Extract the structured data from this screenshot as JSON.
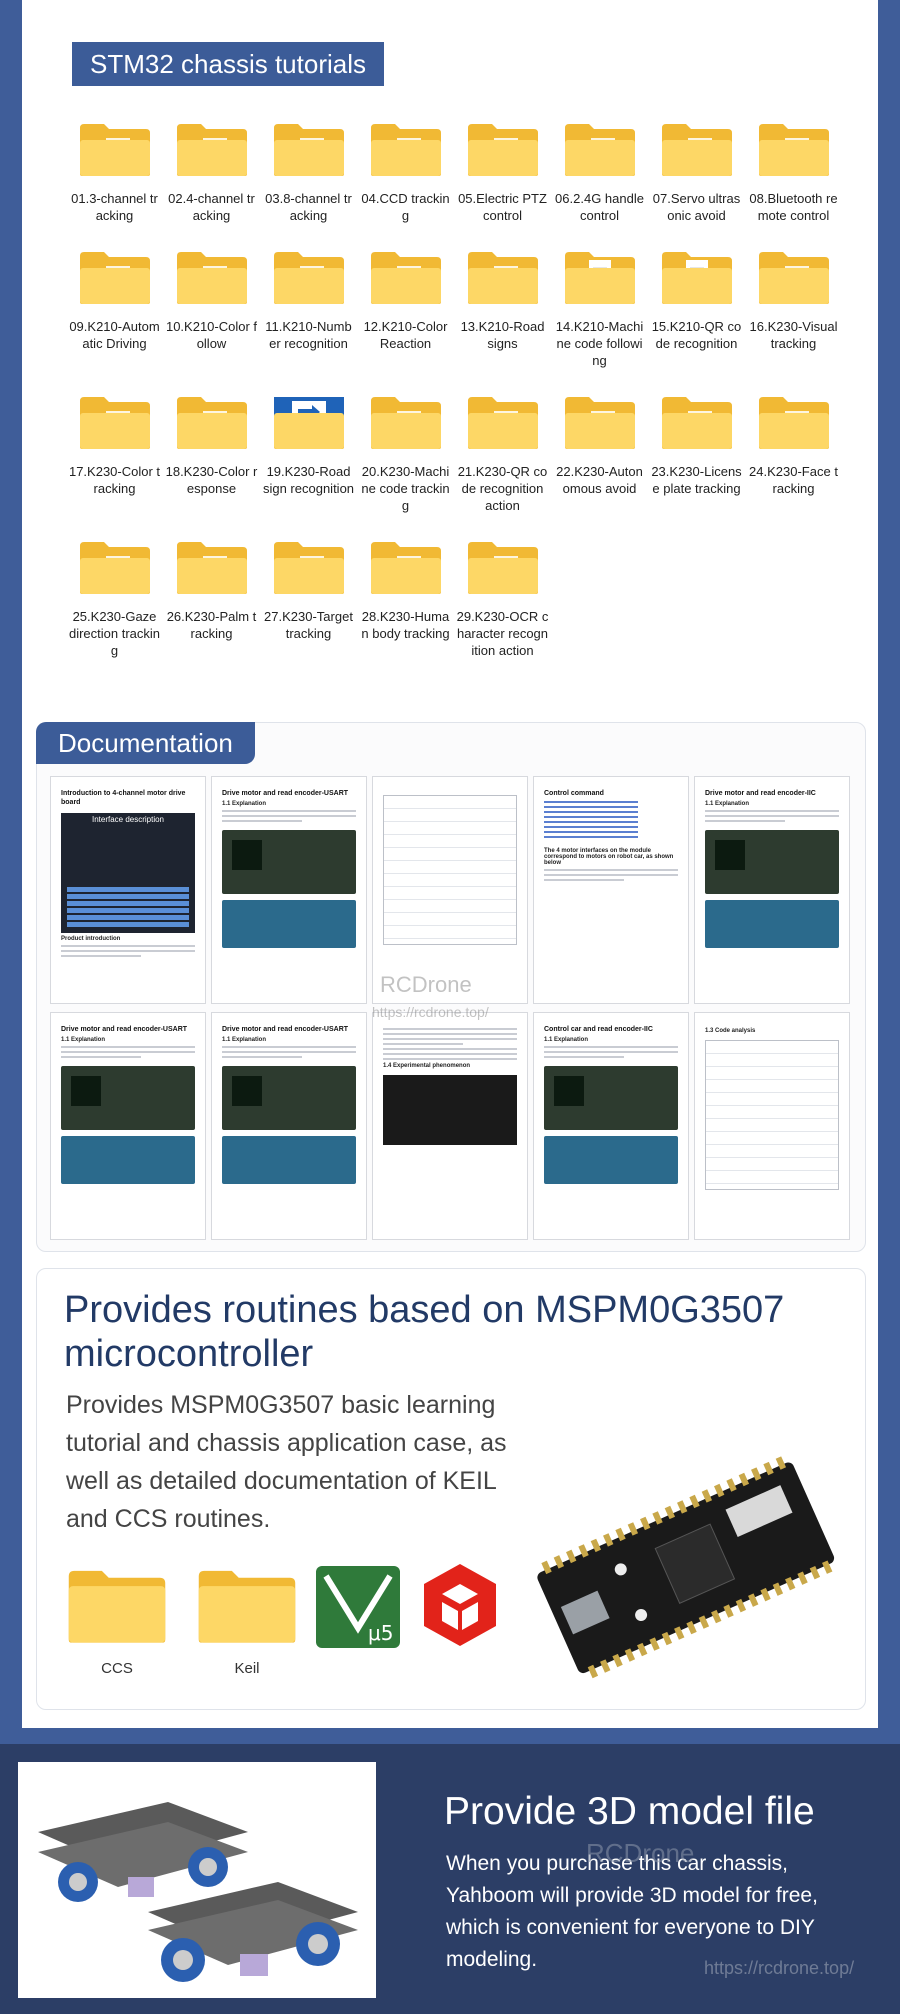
{
  "stm32": {
    "title": "STM32 chassis tutorials",
    "folders": [
      {
        "label": "01.3-channel tracking",
        "variant": "plain"
      },
      {
        "label": "02.4-channel tracking",
        "variant": "plain"
      },
      {
        "label": "03.8-channel tracking",
        "variant": "plain"
      },
      {
        "label": "04.CCD tracking",
        "variant": "plain"
      },
      {
        "label": "05.Electric PTZ control",
        "variant": "plain"
      },
      {
        "label": "06.2.4G handle control",
        "variant": "plain"
      },
      {
        "label": "07.Servo ultrasonic avoid",
        "variant": "plain"
      },
      {
        "label": "08.Bluetooth remote control",
        "variant": "plain"
      },
      {
        "label": "09.K210-Automatic Driving",
        "variant": "plain"
      },
      {
        "label": "10.K210-Color follow",
        "variant": "plain"
      },
      {
        "label": "11.K210-Number recognition",
        "variant": "plain"
      },
      {
        "label": "12.K210-Color Reaction",
        "variant": "plain"
      },
      {
        "label": "13.K210-Road signs",
        "variant": "plain"
      },
      {
        "label": "14.K210-Machine code following",
        "variant": "doc"
      },
      {
        "label": "15.K210-QR code recognition",
        "variant": "doc"
      },
      {
        "label": "16.K230-Visual tracking",
        "variant": "plain"
      },
      {
        "label": "17.K230-Color tracking",
        "variant": "plain"
      },
      {
        "label": "18.K230-Color response",
        "variant": "plain"
      },
      {
        "label": "19.K230-Road sign recognition",
        "variant": "sign"
      },
      {
        "label": "20.K230-Machine code tracking",
        "variant": "plain"
      },
      {
        "label": "21.K230-QR code recognition action",
        "variant": "plain"
      },
      {
        "label": "22.K230-Autonomous avoid",
        "variant": "plain"
      },
      {
        "label": "23.K230-License plate tracking",
        "variant": "plain"
      },
      {
        "label": "24.K230-Face tracking",
        "variant": "plain"
      },
      {
        "label": "25.K230-Gaze direction tracking",
        "variant": "plain"
      },
      {
        "label": "26.K230-Palm tracking",
        "variant": "plain"
      },
      {
        "label": "27.K230-Target tracking",
        "variant": "plain"
      },
      {
        "label": "28.K230-Human body tracking",
        "variant": "plain"
      },
      {
        "label": "29.K230-OCR character recognition action",
        "variant": "plain"
      }
    ]
  },
  "documentation": {
    "title": "Documentation",
    "watermark": "RCDrone",
    "watermark_url": "https://rcdrone.top/",
    "pages": [
      {
        "kind": "interface",
        "heading": "Introduction to 4-channel motor drive board",
        "sub": "Interface description",
        "foot": "Product introduction"
      },
      {
        "kind": "board",
        "heading": "Drive motor and read encoder-USART",
        "sub": "1.1 Explanation"
      },
      {
        "kind": "table",
        "heading": "",
        "sub": ""
      },
      {
        "kind": "toc",
        "heading": "Control command",
        "sub": "The 4 motor interfaces on the module correspond to motors on robot car, as shown below"
      },
      {
        "kind": "board",
        "heading": "Drive motor and read encoder-IIC",
        "sub": "1.1 Explanation"
      },
      {
        "kind": "board",
        "heading": "Drive motor and read encoder-USART",
        "sub": "1.1 Explanation"
      },
      {
        "kind": "board",
        "heading": "Drive motor and read encoder-USART",
        "sub": "1.1 Explanation"
      },
      {
        "kind": "code",
        "heading": "",
        "sub": "1.4 Experimental phenomenon"
      },
      {
        "kind": "board",
        "heading": "Control car and read encoder-IIC",
        "sub": "1.1 Explanation"
      },
      {
        "kind": "table",
        "heading": "",
        "sub": "1.3 Code analysis"
      }
    ]
  },
  "mspm": {
    "title": "Provides routines based on MSPM0G3507 microcontroller",
    "description": "Provides MSPM0G3507 basic learning tutorial and chassis application case, as well as detailed documentation of KEIL and CCS routines.",
    "items": [
      {
        "label": "CCS",
        "icon": "folder-icon"
      },
      {
        "label": "Keil",
        "icon": "folder-icon"
      },
      {
        "label": "",
        "icon": "keil-mu5-logo",
        "logo_text": "μ5"
      },
      {
        "label": "",
        "icon": "ti-cube-logo"
      }
    ]
  },
  "model3d": {
    "title": "Provide 3D model file",
    "description": "When you purchase this car chassis, Yahboom will provide 3D model for free, which is convenient for everyone to DIY modeling.",
    "watermark": "RCDrone",
    "watermark_url": "https://rcdrone.top/"
  },
  "colors": {
    "background": "#3f5d99",
    "header_blue": "#3c5c98",
    "folder_yellow": "#f7c948",
    "title_navy": "#223a66",
    "band_dark": "#2c3e66"
  }
}
